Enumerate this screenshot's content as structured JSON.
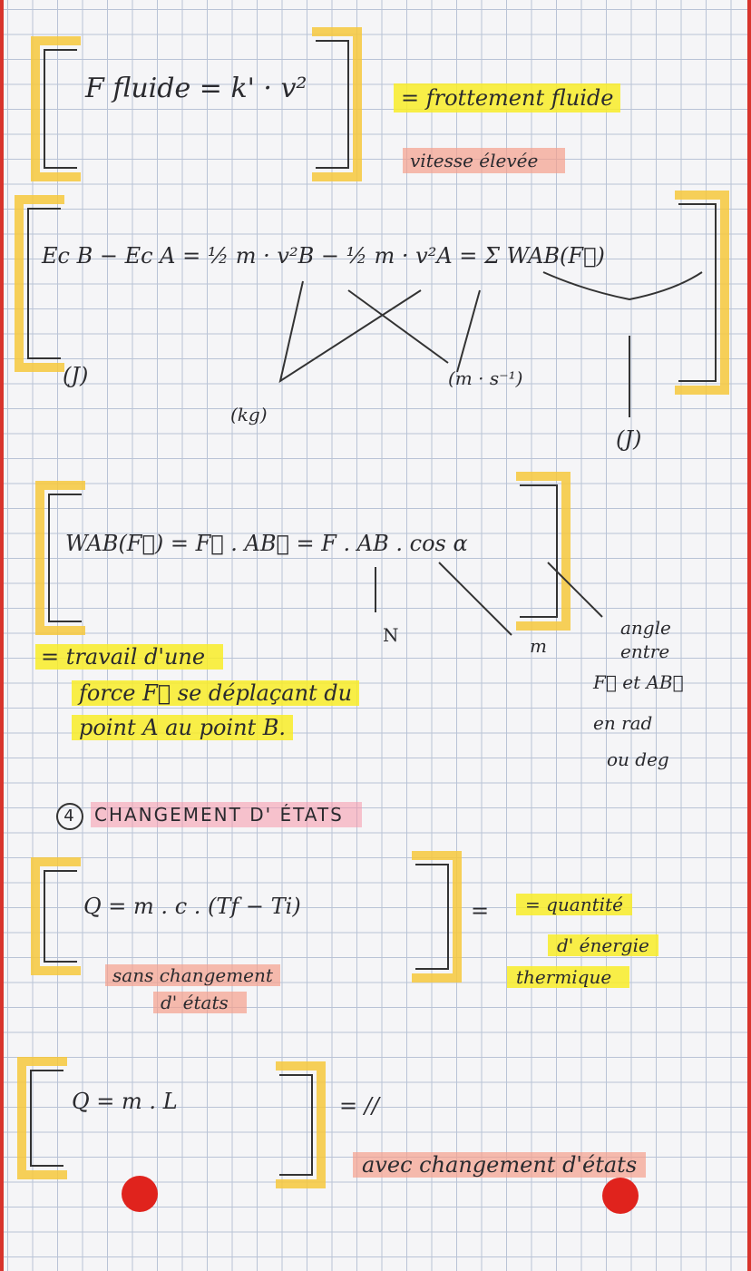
{
  "section1": {
    "formula": "F fluide = k' · v²",
    "equals_label": "= frottement fluide",
    "note": "vitesse élevée"
  },
  "section2": {
    "formula": "Ec B − Ec A = ½ m · v²B − ½ m · v²A = Σ WAB(F⃗)",
    "unit_ec": "(J)",
    "unit_mass": "(kg)",
    "unit_speed": "(m · s⁻¹)",
    "unit_work": "(J)"
  },
  "section3": {
    "formula": "WAB(F⃗) = F⃗ . AB⃗ = F . AB . cos α",
    "unit_force": "N",
    "unit_distance": "m",
    "angle_note": [
      "angle",
      "entre",
      "F⃗ et AB⃗",
      "en rad",
      "ou deg"
    ],
    "definition": [
      "= travail d'une",
      "force F⃗ se déplaçant du",
      "point A au point B."
    ]
  },
  "section4": {
    "number": "4",
    "title": "CHANGEMENT D' ÉTATS",
    "formula1": "Q = m . c . (Tf − Ti)",
    "formula1_note": [
      "sans changement",
      "d' états"
    ],
    "formula1_meaning": [
      "= quantité",
      "d' énergie",
      "thermique"
    ],
    "formula2": "Q = m . L",
    "formula2_equals": "=   //",
    "formula2_note": "avec changement d'états"
  },
  "colors": {
    "highlight_yellow": "#f8ec28",
    "highlight_peach": "#f5a08c",
    "bracket": "#f6c83c",
    "margin_red": "#d8342c"
  }
}
